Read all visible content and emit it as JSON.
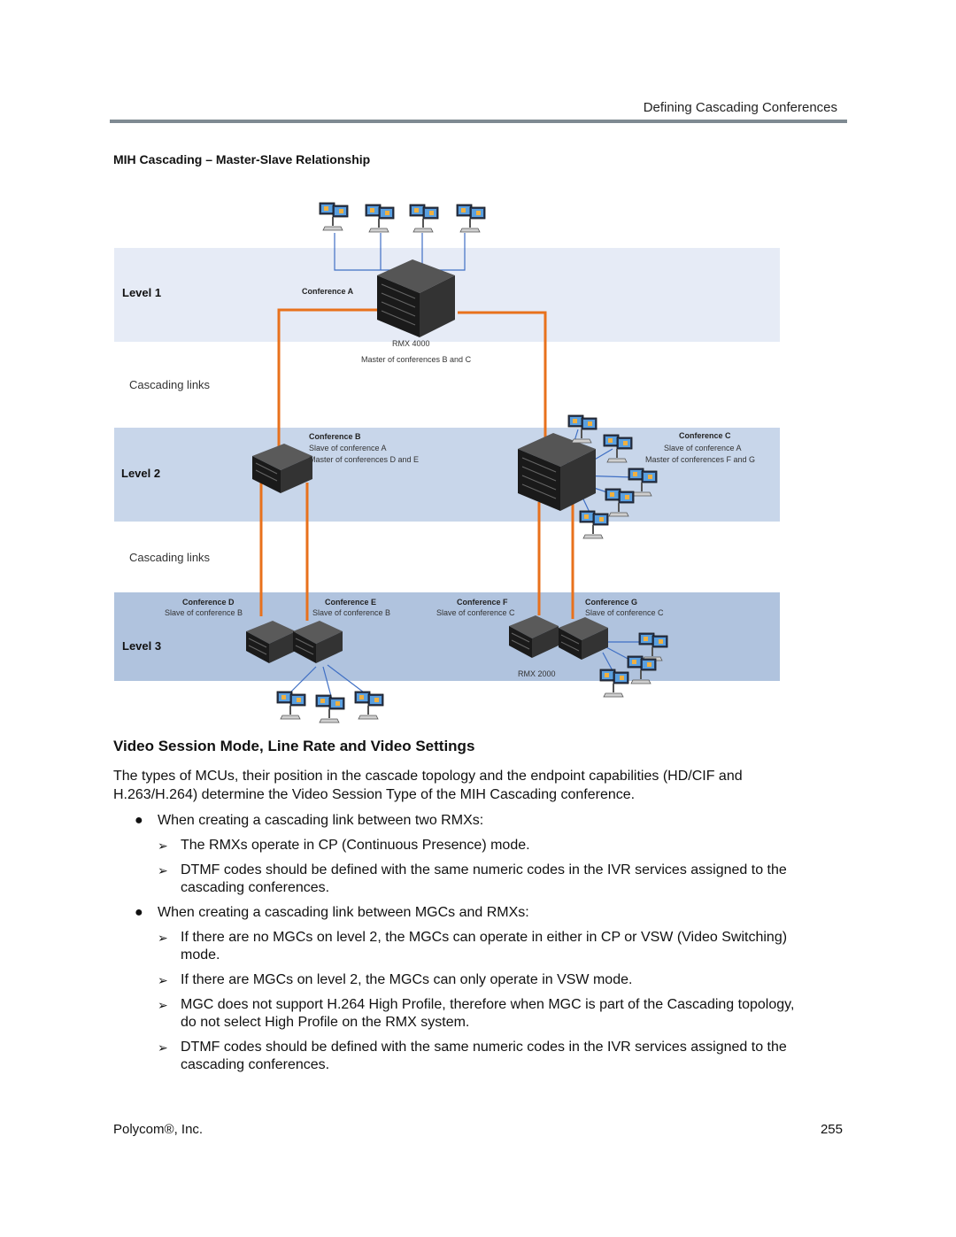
{
  "header": {
    "section": "Defining Cascading Conferences"
  },
  "figure": {
    "caption": "MIH Cascading – Master-Slave Relationship",
    "level1": "Level 1",
    "level2": "Level 2",
    "level3": "Level 3",
    "cascading_links_1": "Cascading links",
    "cascading_links_2": "Cascading links",
    "conf_a": "Conference A",
    "rmx4000": "RMX 4000",
    "master_bc": "Master of conferences B and C",
    "conf_b_title": "Conference B",
    "conf_b_l1": "Slave of conference A",
    "conf_b_l2": "Master of conferences D and E",
    "conf_c_title": "Conference C",
    "conf_c_l1": "Slave of conference A",
    "conf_c_l2": "Master of conferences F and G",
    "conf_d_title": "Conference D",
    "conf_d_l1": "Slave of conference B",
    "conf_e_title": "Conference E",
    "conf_e_l1": "Slave of conference B",
    "conf_f_title": "Conference F",
    "conf_f_l1": "Slave of conference C",
    "conf_g_title": "Conference G",
    "conf_g_l1": "Slave of conference C",
    "rmx2000": "RMX 2000",
    "colors": {
      "band1": "#e6ebf6",
      "band2": "#c8d6ea",
      "band3": "#b0c3de",
      "link": "#e8711c",
      "endpoint_line": "#3f6fc4"
    }
  },
  "section": {
    "title": "Video Session Mode, Line Rate and Video Settings",
    "intro": "The types of MCUs, their position in the cascade topology and the endpoint capabilities (HD/CIF and H.263/H.264) determine the Video Session Type of the MIH Cascading conference.",
    "bullet_mark": "●",
    "sub_mark": "➢",
    "b1": "When creating a cascading link between two RMXs:",
    "b1_s1": "The RMXs operate in CP (Continuous Presence) mode.",
    "b1_s2_l1": "DTMF codes should be defined with the same numeric codes in the IVR services assigned to the",
    "b1_s2_l2": "cascading conferences.",
    "b2": "When creating a cascading link between MGCs and RMXs:",
    "b2_s1_l1": "If there are no MGCs on level 2, the MGCs can operate in either in CP or VSW (Video Switching)",
    "b2_s1_l2": "mode.",
    "b2_s2": "If there are MGCs on level 2, the MGCs can only operate in VSW mode.",
    "b2_s3_l1": "MGC does not support H.264 High Profile, therefore when MGC is part of the Cascading topology,",
    "b2_s3_l2": "do not select High Profile on the RMX system.",
    "b2_s4_l1": "DTMF codes should be defined with the same numeric codes in the IVR services assigned to the",
    "b2_s4_l2": "cascading conferences."
  },
  "footer": {
    "company": "Polycom®, Inc.",
    "page": "255"
  }
}
